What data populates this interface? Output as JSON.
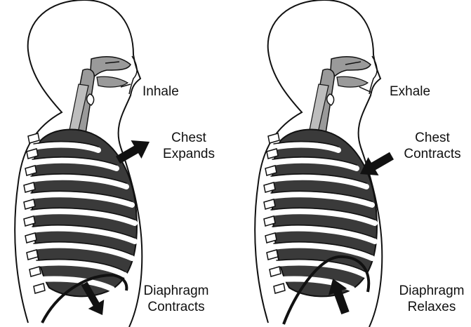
{
  "panels": [
    {
      "phase": "Inhale",
      "chest": [
        "Chest",
        "Expands"
      ],
      "diaphragm": [
        "Diaphragm",
        "Contracts"
      ]
    },
    {
      "phase": "Exhale",
      "chest": [
        "Chest",
        "Contracts"
      ],
      "diaphragm": [
        "Diaphragm",
        "Relaxes"
      ]
    }
  ],
  "colors": {
    "outline": "#111111",
    "lung": "#3a3a3a",
    "airway": "#9a9a9a",
    "rib": "#ffffff",
    "background": "#ffffff"
  }
}
